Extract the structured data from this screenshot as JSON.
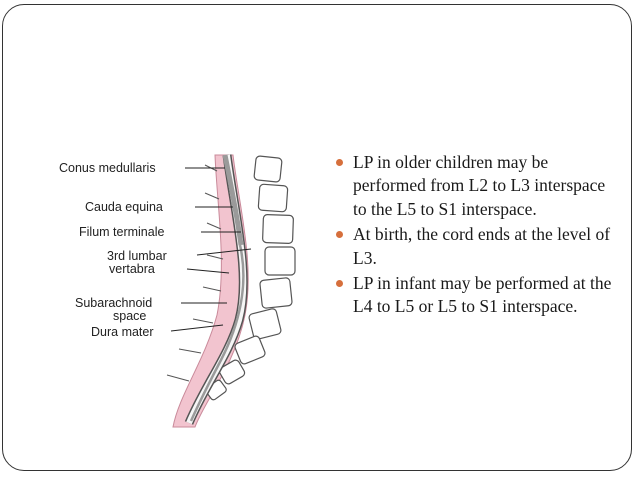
{
  "figure": {
    "labels": {
      "conus": "Conus medullaris",
      "cauda": "Cauda equina",
      "filum": "Filum terminale",
      "lumbar_1": "3rd lumbar",
      "lumbar_2": "vertabra",
      "subarach_1": "Subarachnoid",
      "subarach_2": "space",
      "dura": "Dura mater"
    }
  },
  "bullets": [
    "LP in older children may be performed from L2 to L3 interspace to the L5 to S1 interspace.",
    "At birth, the cord ends at the level of L3.",
    "LP in infant may be performed at the L4 to L5 or L5 to S1 interspace."
  ],
  "colors": {
    "bullet": "#d66f3c",
    "tissue_pink": "#f2c4cf",
    "cord_gray": "#9a9a9a"
  }
}
